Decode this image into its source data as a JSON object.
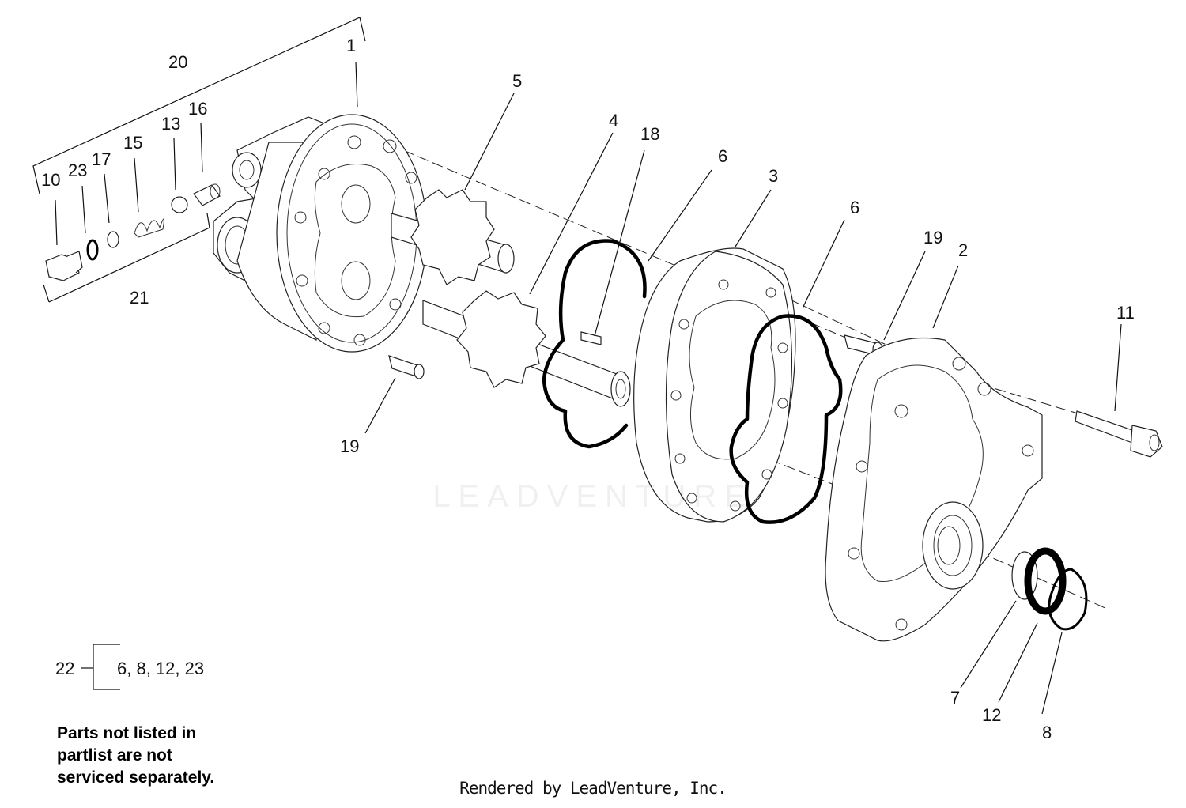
{
  "diagram": {
    "callouts": [
      {
        "id": "c1",
        "label": "1"
      },
      {
        "id": "c2",
        "label": "2"
      },
      {
        "id": "c3",
        "label": "3"
      },
      {
        "id": "c4",
        "label": "4"
      },
      {
        "id": "c5",
        "label": "5"
      },
      {
        "id": "c6a",
        "label": "6"
      },
      {
        "id": "c6b",
        "label": "6"
      },
      {
        "id": "c7",
        "label": "7"
      },
      {
        "id": "c8",
        "label": "8"
      },
      {
        "id": "c10",
        "label": "10"
      },
      {
        "id": "c11",
        "label": "11"
      },
      {
        "id": "c12",
        "label": "12"
      },
      {
        "id": "c13",
        "label": "13"
      },
      {
        "id": "c15",
        "label": "15"
      },
      {
        "id": "c16",
        "label": "16"
      },
      {
        "id": "c17",
        "label": "17"
      },
      {
        "id": "c18",
        "label": "18"
      },
      {
        "id": "c19a",
        "label": "19"
      },
      {
        "id": "c19b",
        "label": "19"
      },
      {
        "id": "c20",
        "label": "20"
      },
      {
        "id": "c21",
        "label": "21"
      },
      {
        "id": "c23",
        "label": "23"
      }
    ],
    "kit": {
      "label": "22",
      "contents": "6, 8, 12, 23"
    },
    "note": [
      "Parts not listed in",
      "partlist are not",
      "serviced separately."
    ],
    "footer": "Rendered by LeadVenture, Inc.",
    "watermark": "LEADVENTURE"
  }
}
